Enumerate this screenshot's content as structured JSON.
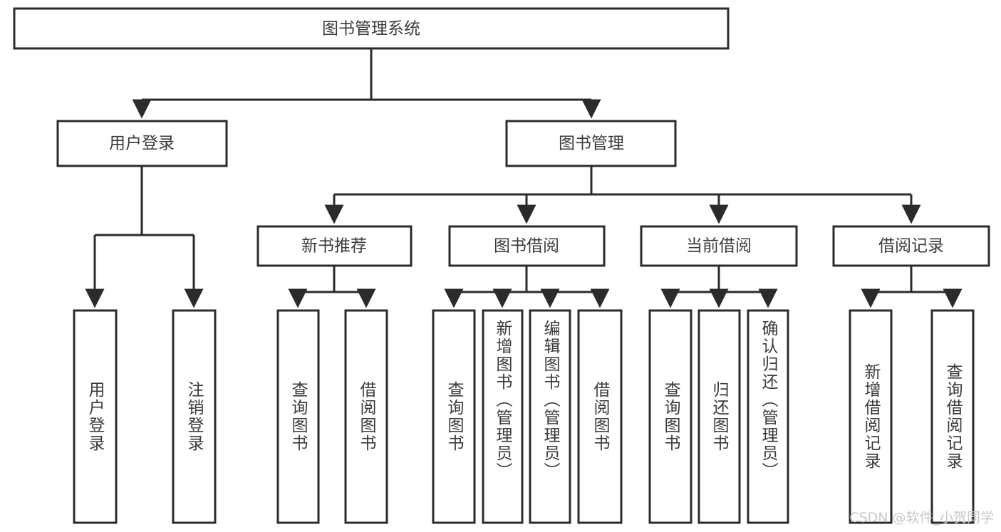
{
  "diagram": {
    "title": "图书管理系统",
    "type": "tree",
    "orientation": "top-down",
    "colors": {
      "box_fill": "#ffffff",
      "box_stroke": "#2b2b2b",
      "text": "#3a3a3a",
      "connector": "#2b2b2b",
      "watermark": "#c8c8c8",
      "background": "#ffffff"
    },
    "nodes": {
      "root": {
        "label": "图书管理系统",
        "level": 1,
        "orientation": "horizontal"
      },
      "l2": [
        {
          "id": "user-login",
          "label": "用户登录",
          "level": 2,
          "orientation": "horizontal"
        },
        {
          "id": "book-management",
          "label": "图书管理",
          "level": 2,
          "orientation": "horizontal"
        }
      ],
      "l3": [
        {
          "id": "new-book-recommend",
          "label": "新书推荐",
          "level": 3,
          "orientation": "horizontal"
        },
        {
          "id": "book-borrow",
          "label": "图书借阅",
          "level": 3,
          "orientation": "horizontal"
        },
        {
          "id": "current-borrow",
          "label": "当前借阅",
          "level": 3,
          "orientation": "horizontal"
        },
        {
          "id": "borrow-record",
          "label": "借阅记录",
          "level": 3,
          "orientation": "horizontal"
        }
      ],
      "leaves": [
        {
          "id": "leaf-user-login",
          "label": "用户登录",
          "parent": "user-login",
          "orientation": "vertical"
        },
        {
          "id": "leaf-logout",
          "label": "注销登录",
          "parent": "user-login",
          "orientation": "vertical"
        },
        {
          "id": "leaf-query-book-1",
          "label": "查询图书",
          "parent": "new-book-recommend",
          "orientation": "vertical"
        },
        {
          "id": "leaf-borrow-book-1",
          "label": "借阅图书",
          "parent": "new-book-recommend",
          "orientation": "vertical"
        },
        {
          "id": "leaf-query-book-2",
          "label": "查询图书",
          "parent": "book-borrow",
          "orientation": "vertical"
        },
        {
          "id": "leaf-add-book",
          "label": "新增图书（管理员）",
          "parent": "book-borrow",
          "orientation": "vertical"
        },
        {
          "id": "leaf-edit-book",
          "label": "编辑图书（管理员）",
          "parent": "book-borrow",
          "orientation": "vertical"
        },
        {
          "id": "leaf-borrow-book-2",
          "label": "借阅图书",
          "parent": "book-borrow",
          "orientation": "vertical"
        },
        {
          "id": "leaf-query-book-3",
          "label": "查询图书",
          "parent": "current-borrow",
          "orientation": "vertical"
        },
        {
          "id": "leaf-return-book",
          "label": "归还图书",
          "parent": "current-borrow",
          "orientation": "vertical"
        },
        {
          "id": "leaf-confirm-return",
          "label": "确认归还（管理员）",
          "parent": "current-borrow",
          "orientation": "vertical"
        },
        {
          "id": "leaf-add-record",
          "label": "新增借阅记录",
          "parent": "borrow-record",
          "orientation": "vertical"
        },
        {
          "id": "leaf-query-record",
          "label": "查询借阅记录",
          "parent": "borrow-record",
          "orientation": "vertical"
        }
      ]
    },
    "watermark": "CSDN @软件_小贺同学"
  }
}
